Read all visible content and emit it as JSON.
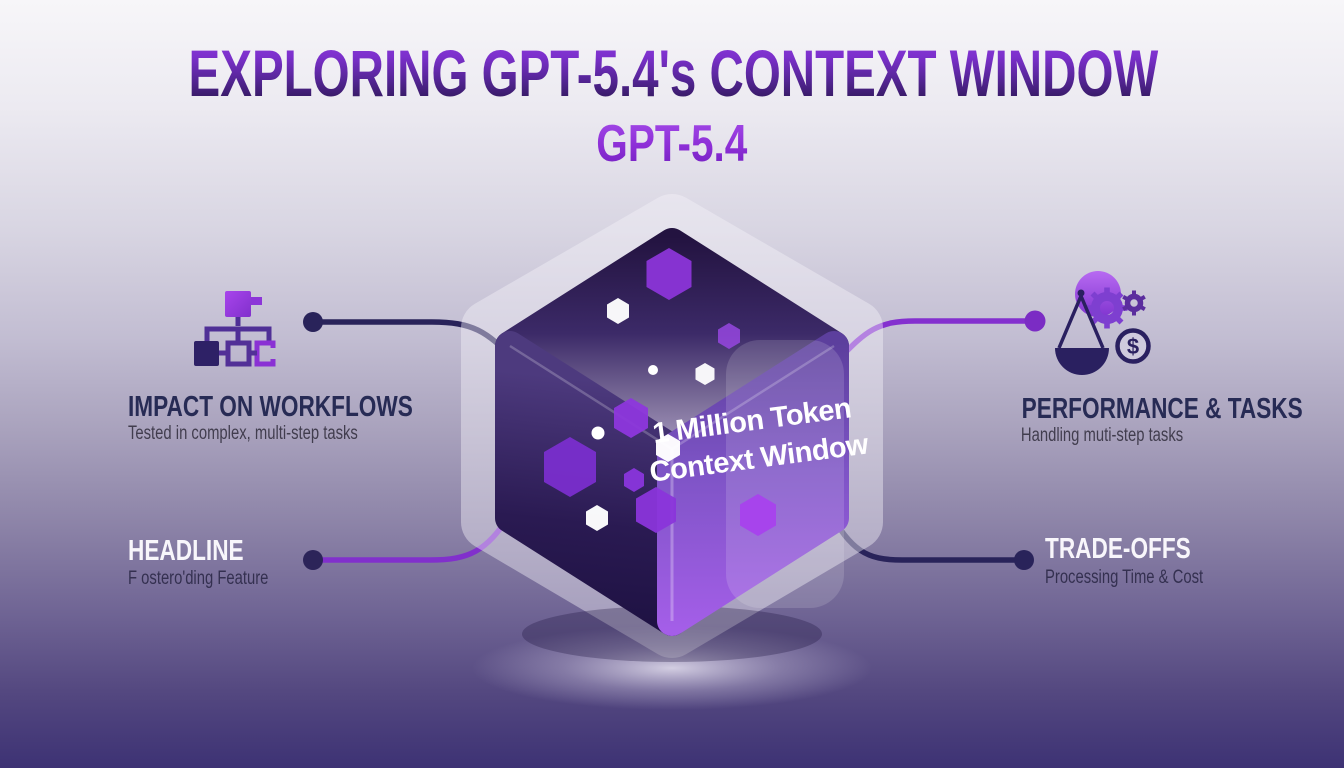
{
  "title": "EXPLORING GPT-5.4's CONTEXT WINDOW",
  "subtitle": "GPT-5.4",
  "cube": {
    "label_line1": "1 Million Token",
    "label_line2": "Context Window"
  },
  "sections": {
    "top_left": {
      "heading": "IMPACT ON WORKFLOWS",
      "description": "Tested in complex, multi-step tasks"
    },
    "top_right": {
      "heading": "PERFORMANCE & TASKS",
      "description": "Handling muti-step tasks"
    },
    "bottom_left": {
      "heading": "HEADLINE",
      "description": "F ostero'ding Feature"
    },
    "bottom_right": {
      "heading": "TRADE-OFFS",
      "description": "Processing Time & Cost"
    }
  },
  "icons": {
    "workflow": "flowchart-hierarchy",
    "performance": "scale-gears-dollar",
    "dollar_glyph": "$"
  },
  "colors": {
    "accent_purple": "#8430cf",
    "accent_navy": "#29235a",
    "heading_dark": "#272b55",
    "heading_light": "#f8f6fb",
    "cube_right_face": "#a45ee8",
    "cube_left_face": "#2a1a52",
    "cube_top_face": "#241440",
    "background_bottom": "#3d3274",
    "background_top": "#f7f6f9"
  }
}
